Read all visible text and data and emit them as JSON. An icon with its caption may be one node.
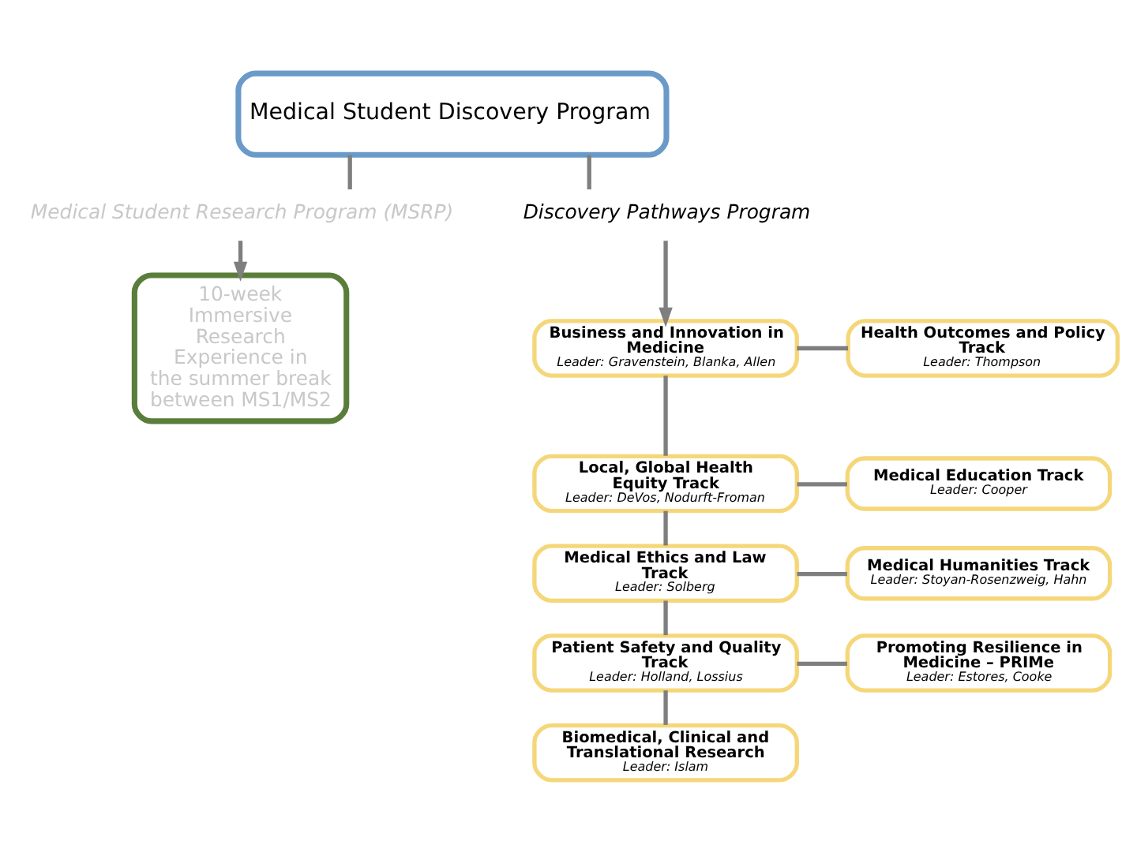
{
  "diagram": {
    "nodes": [
      {
        "text": [
          "Medical Student Discovery Program"
        ]
      },
      {
        "text": [
          "Medical Student Research Program (MSRP)"
        ]
      },
      {
        "text": [
          "Discovery Pathways Program"
        ]
      },
      {
        "text": [
          "10-week Immersive Research Experience in the summer break between MS1/MS2"
        ]
      },
      {
        "text": [
          "Business and Innovation in Medicine",
          "Leader: Gravenstein, Blanka, Allen"
        ]
      },
      {
        "text": [
          "Health Outcomes and Policy Track",
          "Leader: Thompson"
        ]
      },
      {
        "text": [
          "Local, Global Health Equity Track",
          "Leader: DeVos, Nodurft-Froman"
        ]
      },
      {
        "text": [
          "Medical Education Track",
          "Leader: Cooper"
        ]
      },
      {
        "text": [
          "Medical Ethics and Law Track",
          "Leader: Solberg"
        ]
      },
      {
        "text": [
          "Medical Humanities Track",
          "Leader: Stoyan-Rosenzweig, Hahn"
        ]
      },
      {
        "text": [
          "Patient Safety and Quality Track",
          "Leader: Holland, Lossius"
        ]
      },
      {
        "text": [
          "Promoting Resilience in Medicine – PRIMe",
          "Leader: Estores, Cooke"
        ]
      },
      {
        "text": [
          "Biomedical, Clinical and Translational Research",
          "Leader: Islam"
        ]
      }
    ],
    "edges": [
      {
        "from": 0,
        "to": 1,
        "arrow": "none"
      },
      {
        "from": 0,
        "to": 2,
        "arrow": "none"
      },
      {
        "from": 1,
        "to": 3,
        "arrow": "to"
      },
      {
        "from": 2,
        "to": 4,
        "arrow": "to"
      },
      {
        "from": 4,
        "to": 6,
        "arrow": "none"
      },
      {
        "from": 4,
        "to": 5,
        "arrow": "none"
      },
      {
        "from": 6,
        "to": 8,
        "arrow": "none"
      },
      {
        "from": 6,
        "to": 7,
        "arrow": "none"
      },
      {
        "from": 8,
        "to": 10,
        "arrow": "none"
      },
      {
        "from": 8,
        "to": 9,
        "arrow": "none"
      },
      {
        "from": 10,
        "to": 12,
        "arrow": "none"
      },
      {
        "from": 10,
        "to": 11,
        "arrow": "none"
      }
    ]
  }
}
